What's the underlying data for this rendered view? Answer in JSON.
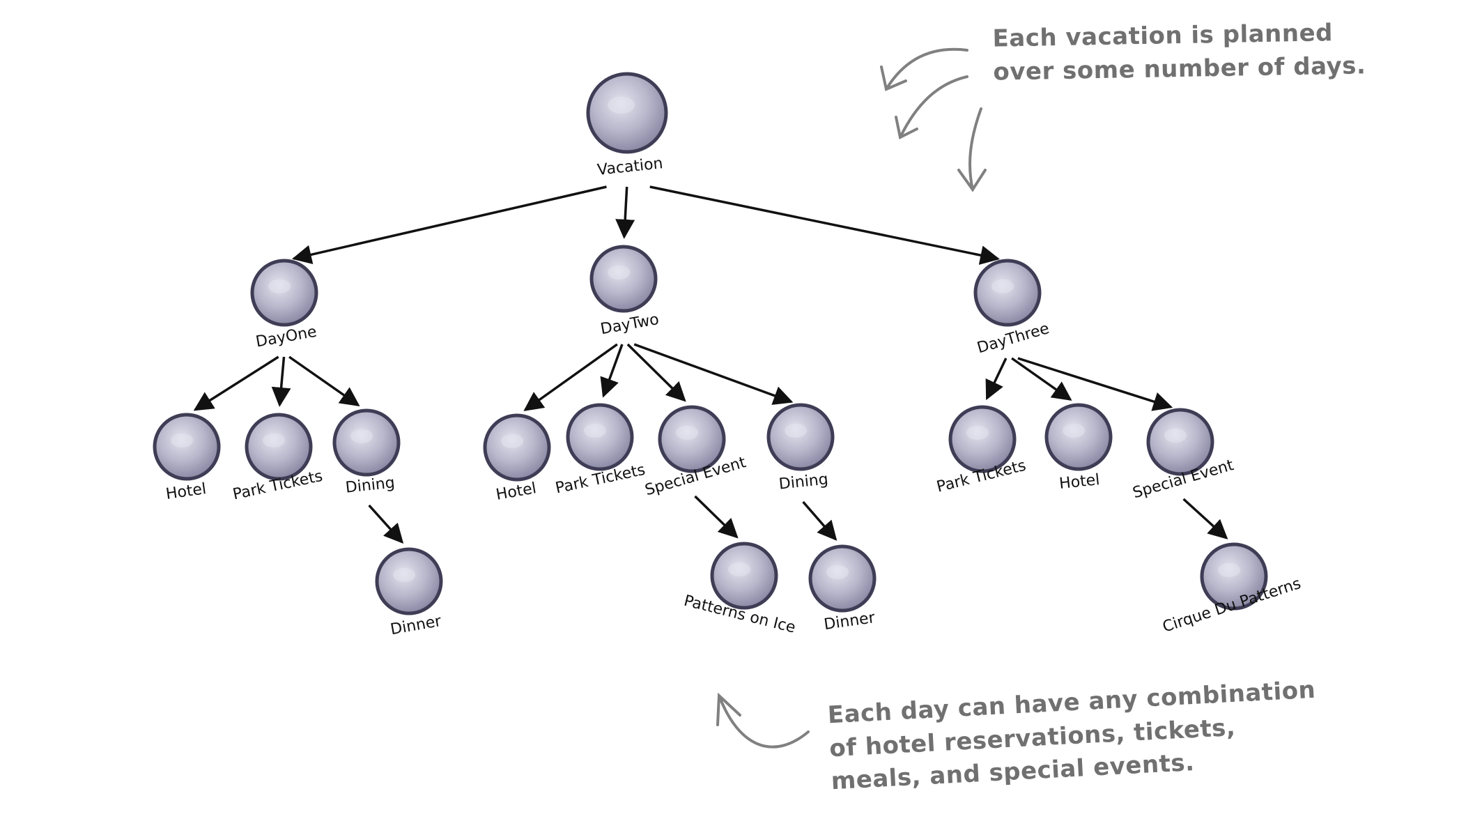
{
  "diagram": {
    "colors": {
      "node_fill": "#b9b8cc",
      "node_rim": "#3f3d55",
      "node_highlight": "#e4e3ee",
      "edge": "#111111",
      "note_arrow": "#808080",
      "note_text": "#707070"
    },
    "nodes": [
      {
        "id": "vacation",
        "label": "Vacation"
      },
      {
        "id": "day-one",
        "label": "DayOne"
      },
      {
        "id": "day-two",
        "label": "DayTwo"
      },
      {
        "id": "day-three",
        "label": "DayThree"
      },
      {
        "id": "d1-hotel",
        "label": "Hotel"
      },
      {
        "id": "d1-park-tickets",
        "label": "Park Tickets"
      },
      {
        "id": "d1-dining",
        "label": "Dining"
      },
      {
        "id": "d1-dinner",
        "label": "Dinner"
      },
      {
        "id": "d2-hotel",
        "label": "Hotel"
      },
      {
        "id": "d2-park-tickets",
        "label": "Park Tickets"
      },
      {
        "id": "d2-special-event",
        "label": "Special Event"
      },
      {
        "id": "d2-dining",
        "label": "Dining"
      },
      {
        "id": "d2-patterns-on-ice",
        "label": "Patterns on Ice"
      },
      {
        "id": "d2-dinner",
        "label": "Dinner"
      },
      {
        "id": "d3-park-tickets",
        "label": "Park Tickets"
      },
      {
        "id": "d3-hotel",
        "label": "Hotel"
      },
      {
        "id": "d3-special-event",
        "label": "Special Event"
      },
      {
        "id": "d3-cirque-du-patterns",
        "label": "Cirque Du Patterns"
      }
    ],
    "edges": [
      {
        "from": "vacation",
        "to": "day-one"
      },
      {
        "from": "vacation",
        "to": "day-two"
      },
      {
        "from": "vacation",
        "to": "day-three"
      },
      {
        "from": "day-one",
        "to": "d1-hotel"
      },
      {
        "from": "day-one",
        "to": "d1-park-tickets"
      },
      {
        "from": "day-one",
        "to": "d1-dining"
      },
      {
        "from": "d1-dining",
        "to": "d1-dinner"
      },
      {
        "from": "day-two",
        "to": "d2-hotel"
      },
      {
        "from": "day-two",
        "to": "d2-park-tickets"
      },
      {
        "from": "day-two",
        "to": "d2-special-event"
      },
      {
        "from": "day-two",
        "to": "d2-dining"
      },
      {
        "from": "d2-special-event",
        "to": "d2-patterns-on-ice"
      },
      {
        "from": "d2-dining",
        "to": "d2-dinner"
      },
      {
        "from": "day-three",
        "to": "d3-park-tickets"
      },
      {
        "from": "day-three",
        "to": "d3-hotel"
      },
      {
        "from": "day-three",
        "to": "d3-special-event"
      },
      {
        "from": "d3-special-event",
        "to": "d3-cirque-du-patterns"
      }
    ]
  },
  "annotations": {
    "top_note": {
      "line1": "Each vacation is planned",
      "line2": "over some number of days."
    },
    "bottom_note": {
      "line1": "Each day can have any combination",
      "line2": "of hotel reservations, tickets,",
      "line3": "meals, and special events."
    }
  }
}
